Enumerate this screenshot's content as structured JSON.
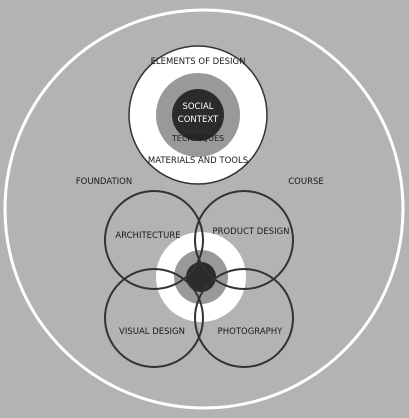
{
  "diagram": {
    "background_color": "#b3b3b3",
    "outline_color": "#333333",
    "top_cluster": {
      "outer_ring": "ELEMENTS OF DESIGN",
      "middle_ring": "TECHNIQUES",
      "core_line1": "SOCIAL",
      "core_line2": "CONTEXT",
      "bottom_label": "MATERIALS AND TOOLS"
    },
    "side_labels": {
      "left": "FOUNDATION",
      "right": "COURSE"
    },
    "venn": {
      "top_left": "ARCHITECTURE",
      "top_right": "PRODUCT DESIGN",
      "bottom_left": "VISUAL DESIGN",
      "bottom_right": "PHOTOGRAPHY"
    }
  }
}
